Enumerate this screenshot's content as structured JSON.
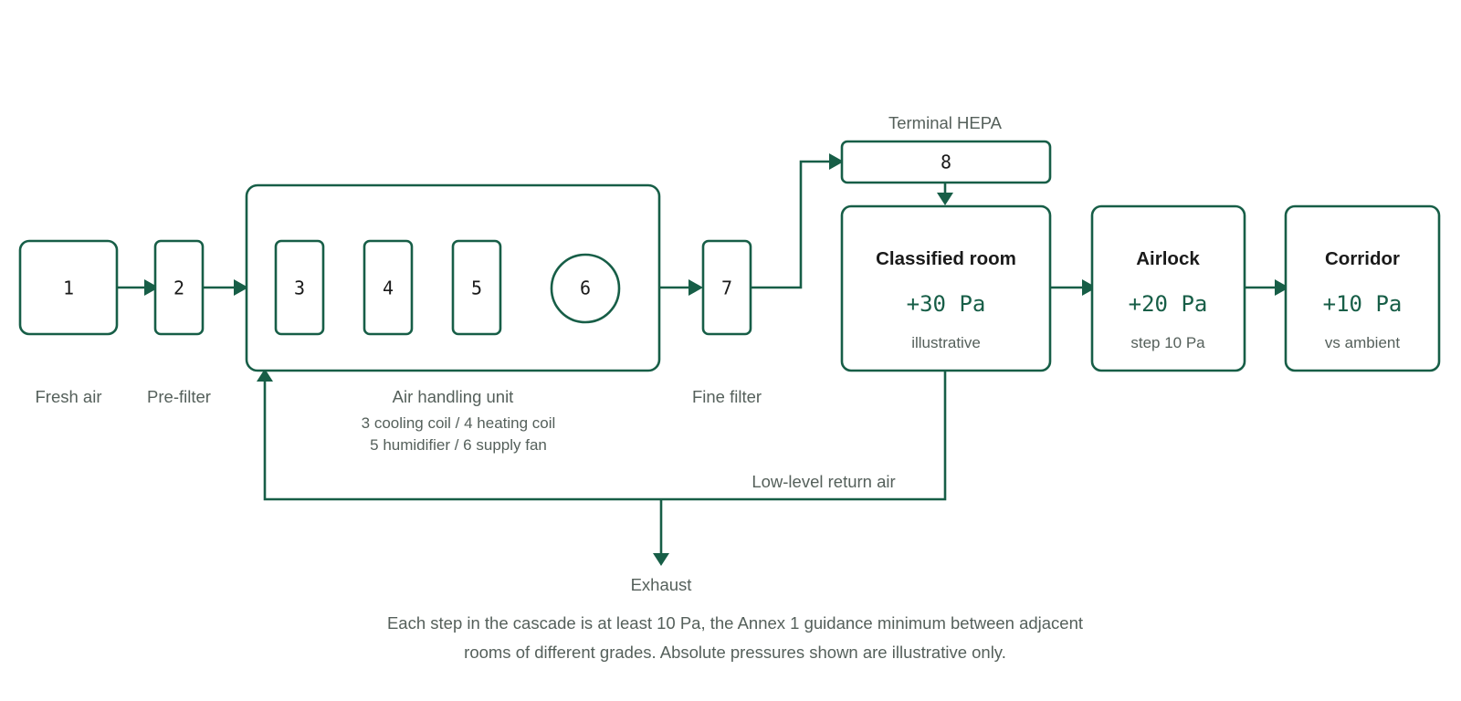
{
  "components": {
    "fresh_air": {
      "number": "1",
      "label": "Fresh air"
    },
    "pre_filter": {
      "number": "2",
      "label": "Pre-filter"
    },
    "ahu": {
      "label": "Air handling unit",
      "legend_line1": "3 cooling coil / 4 heating coil",
      "legend_line2": "5 humidifier / 6 supply fan",
      "cooling_coil": "3",
      "heating_coil": "4",
      "humidifier": "5",
      "supply_fan": "6"
    },
    "fine_filter": {
      "number": "7",
      "label": "Fine filter"
    },
    "terminal_hepa": {
      "number": "8",
      "label": "Terminal HEPA"
    }
  },
  "rooms": {
    "classified": {
      "title": "Classified room",
      "pressure": "+30 Pa",
      "note": "illustrative"
    },
    "airlock": {
      "title": "Airlock",
      "pressure": "+20 Pa",
      "note": "step 10 Pa"
    },
    "corridor": {
      "title": "Corridor",
      "pressure": "+10 Pa",
      "note": "vs ambient"
    }
  },
  "flows": {
    "return_air": "Low-level return air",
    "exhaust": "Exhaust"
  },
  "footnote": {
    "line1": "Each step in the cascade is at least 10 Pa, the Annex 1 guidance minimum between adjacent",
    "line2": "rooms of different grades. Absolute pressures shown are illustrative only."
  },
  "colors": {
    "stroke": "#175e47",
    "label_text": "#55605b",
    "title_text": "#1a1a1a"
  }
}
